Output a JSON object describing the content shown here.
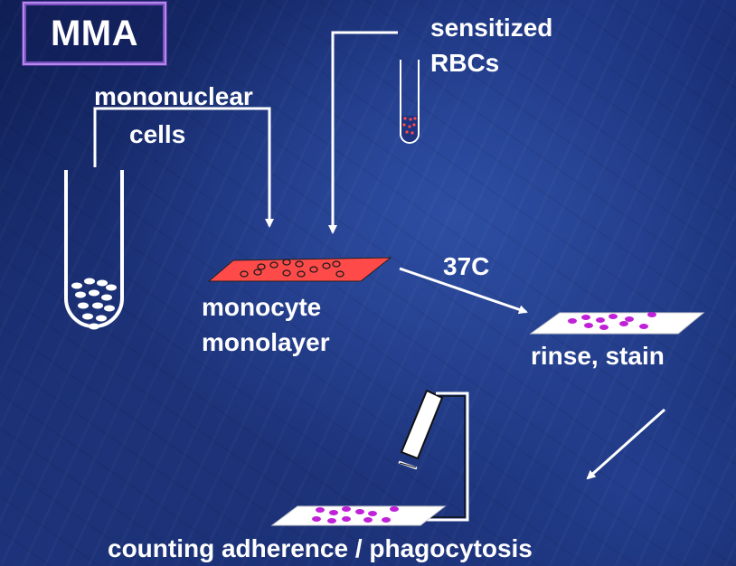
{
  "title": "MMA",
  "labels": {
    "mononuclear": "mononuclear",
    "cells": "cells",
    "sensitized": "sensitized",
    "rbcs": "RBCs",
    "monocyte": "monocyte",
    "monolayer": "monolayer",
    "temperature": "37C",
    "rinse_stain": "rinse, stain",
    "counting": "counting adherence / phagocytosis"
  },
  "colors": {
    "monolayer_fill": "#ff4a4a",
    "stain_dot": "#c020d8",
    "frame_purple": "#b28ae8",
    "text": "#ffffff"
  }
}
